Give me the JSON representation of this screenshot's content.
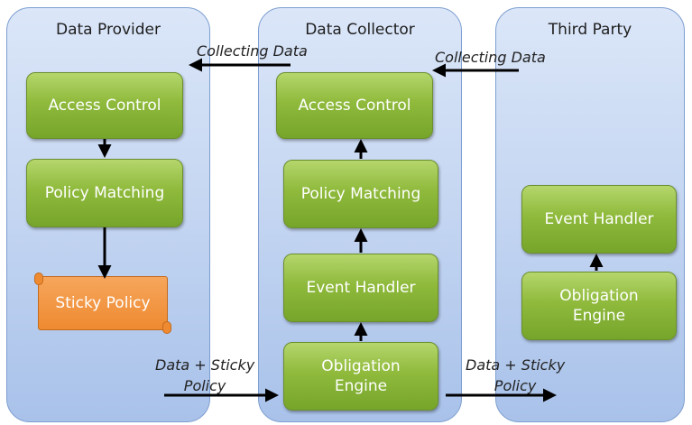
{
  "lanes": {
    "provider": "Data Provider",
    "collector": "Data Collector",
    "third_party": "Third Party"
  },
  "provider_boxes": {
    "access_control": "Access Control",
    "policy_matching": "Policy Matching",
    "sticky_policy": "Sticky Policy"
  },
  "collector_boxes": {
    "access_control": "Access Control",
    "policy_matching": "Policy Matching",
    "event_handler": "Event Handler",
    "obligation_engine_line1": "Obligation",
    "obligation_engine_line2": "Engine"
  },
  "third_party_boxes": {
    "event_handler": "Event Handler",
    "obligation_engine_line1": "Obligation",
    "obligation_engine_line2": "Engine"
  },
  "edge_labels": {
    "collecting_data_left": "Collecting Data",
    "collecting_data_right": "Collecting Data",
    "data_sticky_left_line1": "Data + Sticky",
    "data_sticky_left_line2": "Policy",
    "data_sticky_right_line1": "Data + Sticky",
    "data_sticky_right_line2": "Policy"
  },
  "colors": {
    "lane_fill": "#c6d7f2",
    "process_box": "#8fba3c",
    "sticky_policy": "#ee8a30",
    "arrow": "#000000"
  }
}
